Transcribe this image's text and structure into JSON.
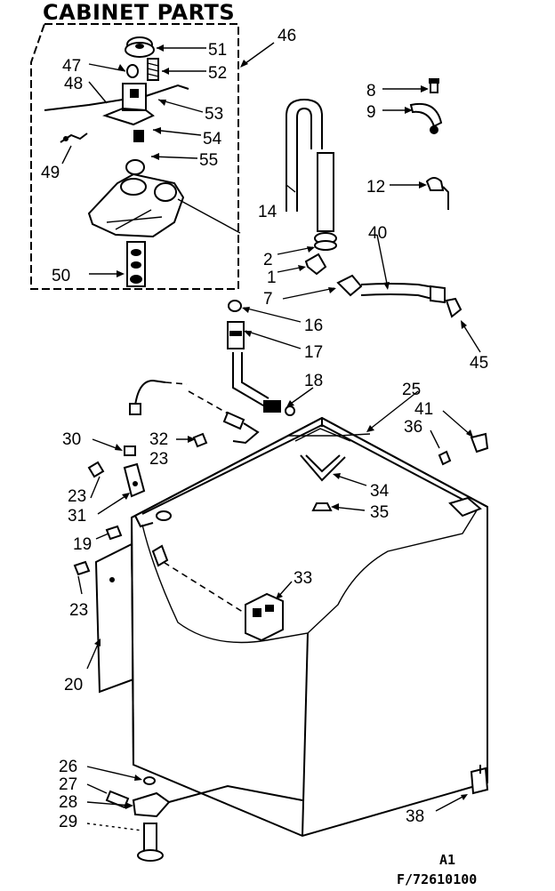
{
  "title": "CABINET PARTS",
  "footer": {
    "sheet": "A1",
    "code": "F/72610100"
  },
  "callouts": [
    {
      "id": "46",
      "text": "46"
    },
    {
      "id": "47",
      "text": "47"
    },
    {
      "id": "48",
      "text": "48"
    },
    {
      "id": "49",
      "text": "49"
    },
    {
      "id": "50",
      "text": "50"
    },
    {
      "id": "51",
      "text": "51"
    },
    {
      "id": "52",
      "text": "52"
    },
    {
      "id": "53",
      "text": "53"
    },
    {
      "id": "54",
      "text": "54"
    },
    {
      "id": "55",
      "text": "55"
    },
    {
      "id": "8",
      "text": "8"
    },
    {
      "id": "9",
      "text": "9"
    },
    {
      "id": "12",
      "text": "12"
    },
    {
      "id": "14",
      "text": "14"
    },
    {
      "id": "40",
      "text": "40"
    },
    {
      "id": "2",
      "text": "2"
    },
    {
      "id": "1",
      "text": "1"
    },
    {
      "id": "7",
      "text": "7"
    },
    {
      "id": "45",
      "text": "45"
    },
    {
      "id": "16",
      "text": "16"
    },
    {
      "id": "17",
      "text": "17"
    },
    {
      "id": "18",
      "text": "18"
    },
    {
      "id": "25",
      "text": "25"
    },
    {
      "id": "41",
      "text": "41"
    },
    {
      "id": "36",
      "text": "36"
    },
    {
      "id": "30",
      "text": "30"
    },
    {
      "id": "32",
      "text": "32"
    },
    {
      "id": "23a",
      "text": "23"
    },
    {
      "id": "23b",
      "text": "23"
    },
    {
      "id": "31",
      "text": "31"
    },
    {
      "id": "34",
      "text": "34"
    },
    {
      "id": "35",
      "text": "35"
    },
    {
      "id": "19",
      "text": "19"
    },
    {
      "id": "33",
      "text": "33"
    },
    {
      "id": "23c",
      "text": "23"
    },
    {
      "id": "20",
      "text": "20"
    },
    {
      "id": "26",
      "text": "26"
    },
    {
      "id": "27",
      "text": "27"
    },
    {
      "id": "28",
      "text": "28"
    },
    {
      "id": "29",
      "text": "29"
    },
    {
      "id": "38",
      "text": "38"
    }
  ]
}
